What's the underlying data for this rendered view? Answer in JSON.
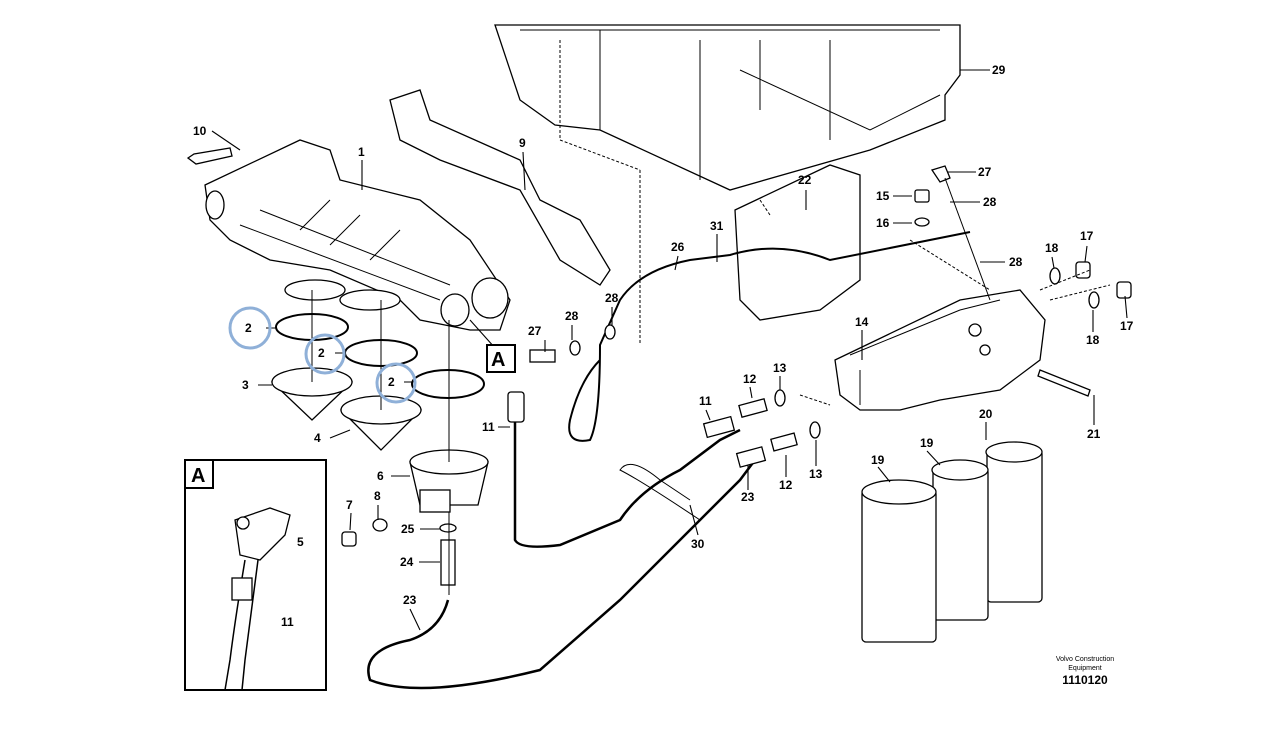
{
  "diagram": {
    "callouts": [
      "10",
      "1",
      "9",
      "29",
      "27",
      "22",
      "15",
      "28",
      "16",
      "31",
      "26",
      "28",
      "18",
      "17",
      "18",
      "17",
      "14",
      "27",
      "28",
      "28",
      "2",
      "2",
      "2",
      "3",
      "4",
      "12",
      "13",
      "11",
      "11",
      "21",
      "20",
      "19",
      "19",
      "13",
      "12",
      "23",
      "6",
      "7",
      "8",
      "25",
      "24",
      "23",
      "30",
      "5",
      "11"
    ],
    "detail_marker": "A",
    "inset_marker": "A",
    "highlight_color": "#8fb0d8",
    "highlighted_part": "2"
  },
  "brand": {
    "line1": "Volvo Construction",
    "line2": "Equipment",
    "drawing_number": "1110120"
  }
}
